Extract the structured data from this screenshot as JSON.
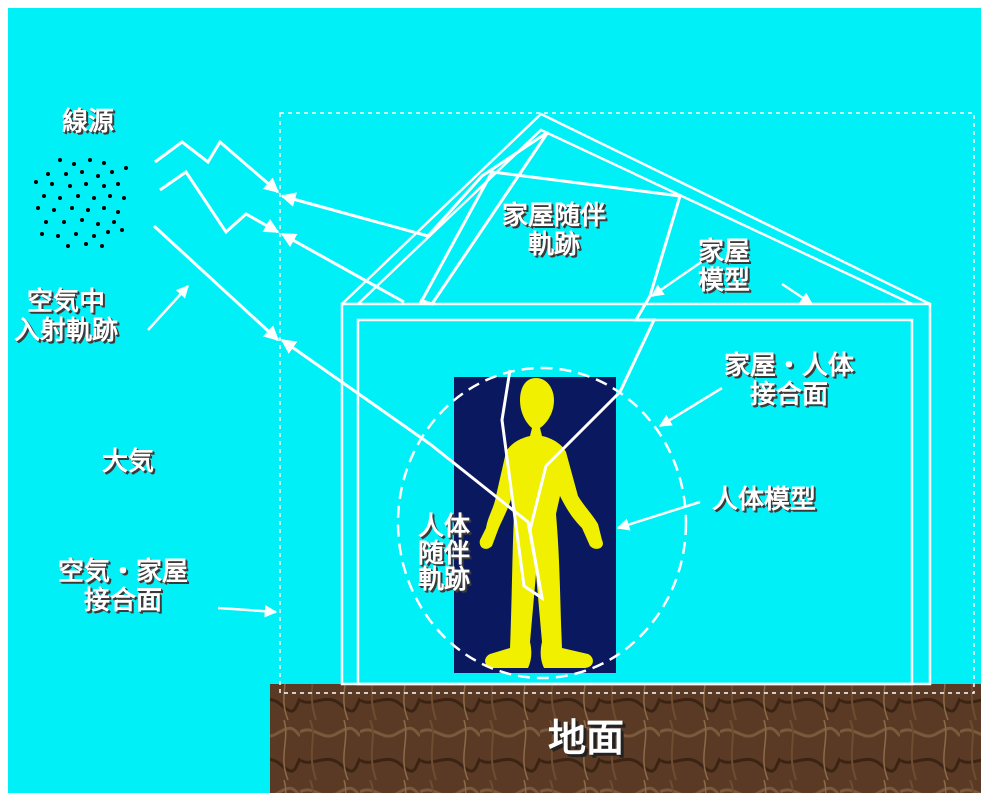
{
  "labels": {
    "source": "線源",
    "air_trajectory": "空気中\n入射軌跡",
    "atmosphere": "大気",
    "air_house_interface": "空気・家屋\n接合面",
    "house_trajectory": "家屋随伴\n軌跡",
    "house_model": "家屋\n模型",
    "house_body_interface": "家屋・人体\n接合面",
    "body_model": "人体模型",
    "body_trajectory": "人体\n随伴\n軌跡",
    "ground": "地面"
  },
  "colors": {
    "sky": "#00f0f8",
    "ground": "#5a3a24",
    "body_panel": "#0a1860",
    "figure": "#f0f000",
    "lines": "#ffffff"
  }
}
